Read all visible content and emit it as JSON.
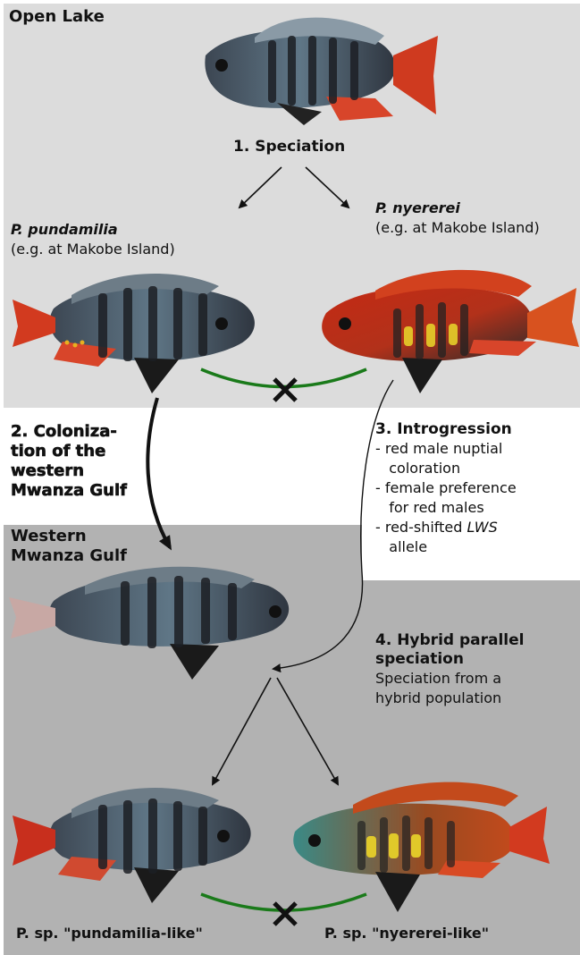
{
  "regions": {
    "open_lake": "Open Lake",
    "western_gulf": [
      "Western",
      "Mwanza Gulf"
    ]
  },
  "steps": {
    "speciation": "1. Speciation",
    "colonization": [
      "2. Coloniza-",
      "tion of the",
      "western",
      "Mwanza Gulf"
    ],
    "introgression_title": "3. Introgression",
    "introgression_items": [
      "- red male nuptial",
      "   coloration",
      "- female preference",
      "   for red males",
      "- red-shifted ",
      "   allele"
    ],
    "introgression_gene": "LWS",
    "hybrid_title": [
      "4. Hybrid parallel",
      "speciation"
    ],
    "hybrid_desc": [
      "Speciation from a",
      "hybrid population"
    ]
  },
  "species": {
    "pundamilia": "P. pundamilia",
    "pundamilia_loc": "(e.g. at Makobe Island)",
    "nyererei": "P. nyererei",
    "nyererei_loc": "(e.g. at Makobe Island)",
    "pundamilia_like": "P. sp. \"pundamilia-like\"",
    "nyererei_like": "P. sp. \"nyererei-like\""
  },
  "colors": {
    "open_lake_bg": "#dcdcdc",
    "gulf_bg": "#b2b2b2",
    "barrier_line": "#1a7a1a",
    "blue_fish": "#4a5560",
    "red_fish": "#c0331b",
    "yellow_bars": "#e6cf2a"
  }
}
